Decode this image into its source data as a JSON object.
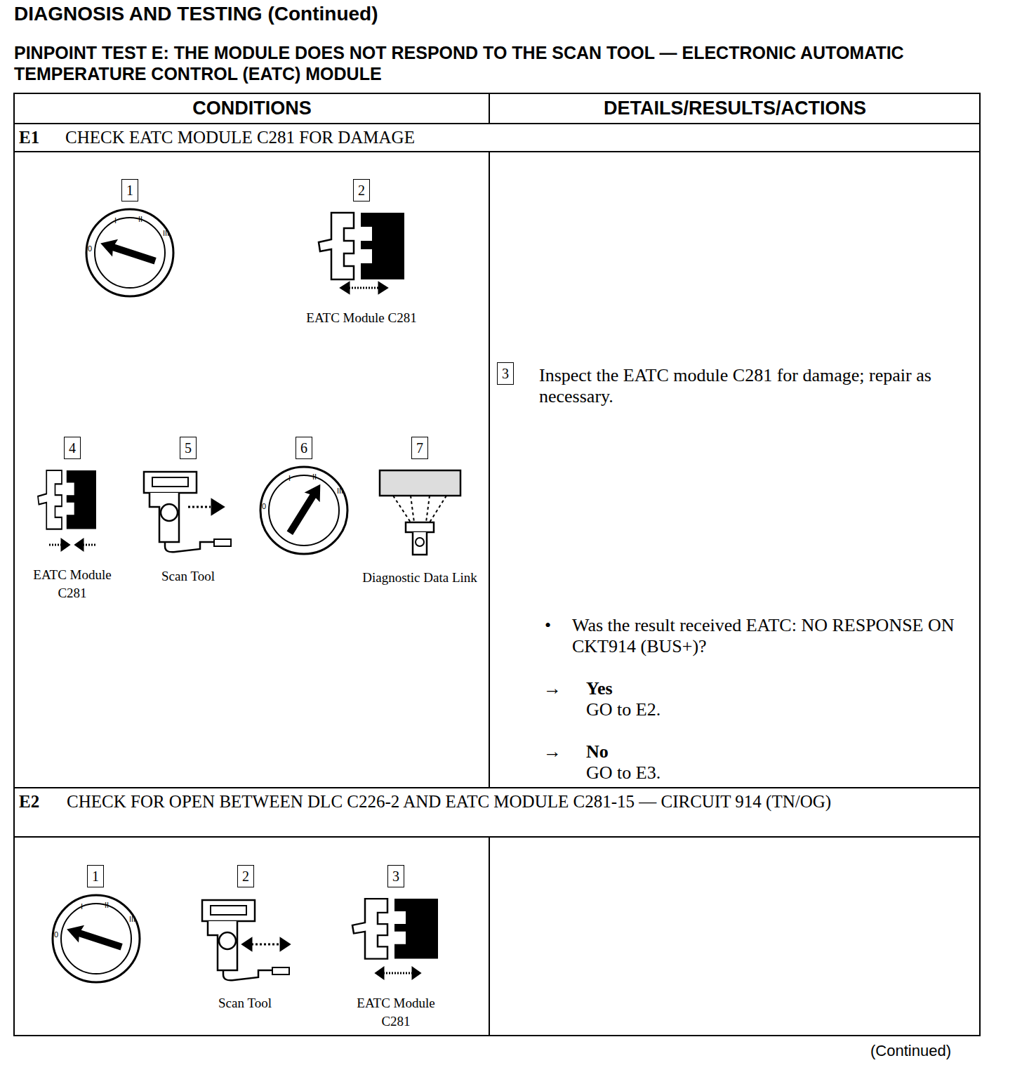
{
  "diagram": {
    "title": "DIAGNOSIS AND TESTING (Continued)",
    "nodes": [
      {
        "text": [
          "CONDITIONS"
        ]
      },
      {
        "text": [
          "DETAILS/RESULTS/ACTIONS"
        ]
      },
      {
        "text": [
          "E1",
          "CHECK EATC MODULE C281 FOR DAMAGE"
        ]
      },
      {
        "text": [
          "EATC Module C281",
          "EATC Module C281",
          "Scan Tool",
          "Diagnostic Data Link"
        ]
      },
      {
        "text": [
          "1"
        ],
        "in": 3
      },
      {
        "text": [
          "2"
        ],
        "in": 3
      },
      {
        "text": [
          "4"
        ],
        "in": 3
      },
      {
        "text": [
          "5"
        ],
        "in": 3
      },
      {
        "text": [
          "6"
        ],
        "in": 3
      },
      {
        "text": [
          "7"
        ],
        "in": 3
      },
      {
        "text": [
          "Inspect the EATC module C281 for damage; repair as necessary.",
          "•",
          "Was the result received EATC: NO RESPONSE ON CKT914 (BUS+)?",
          "→",
          "Yes",
          "GO to E2.",
          "→",
          "No",
          "GO to E3."
        ]
      },
      {
        "text": [
          "3"
        ],
        "in": 10
      },
      {
        "text": [
          "E2",
          "CHECK FOR OPEN BETWEEN DLC C226-2 AND EATC MODULE C281-15 — CIRCUIT 914 (TN/OG)"
        ]
      },
      {
        "text": [
          "Scan Tool",
          "EATC Module C281"
        ]
      },
      {
        "text": [
          "1"
        ],
        "in": 13
      },
      {
        "text": [
          "2"
        ],
        "in": 13
      },
      {
        "text": [
          "3"
        ],
        "in": 13
      }
    ],
    "labels": [
      "PINPOINT TEST E: THE MODULE DOES NOT RESPOND TO THE SCAN TOOL — ELECTRONIC AUTOMATIC TEMPERATURE CONTROL (EATC) MODULE",
      "(Continued)",
      "0",
      "I",
      "II",
      "III",
      "0",
      "I",
      "II",
      "III",
      "0",
      "I",
      "II",
      "III"
    ]
  }
}
